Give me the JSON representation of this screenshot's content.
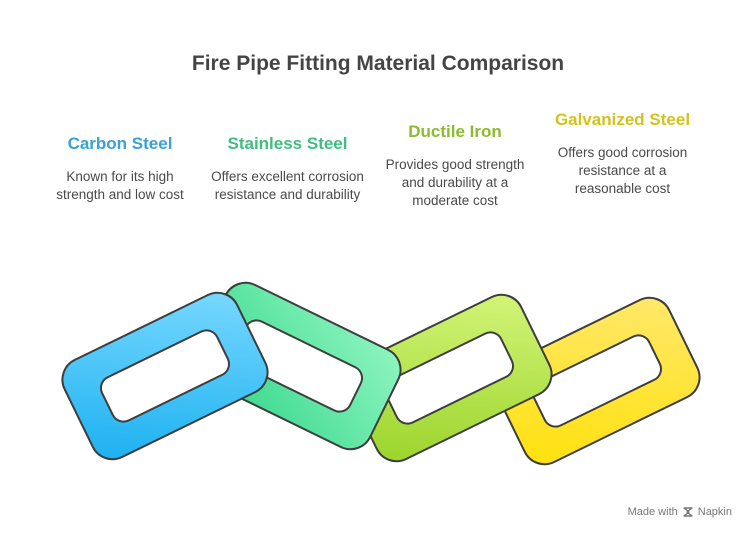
{
  "title": "Fire Pipe Fitting Material Comparison",
  "materials": [
    {
      "name": "Carbon Steel",
      "description": "Known for its high strength and low cost",
      "color": "#3aa0d8",
      "icon": "chain-link-blue"
    },
    {
      "name": "Stainless Steel",
      "description": "Offers excellent corrosion resistance and durability",
      "color": "#3fbf7f",
      "icon": "chain-link-green"
    },
    {
      "name": "Ductile Iron",
      "description": "Provides good strength and durability at a moderate cost",
      "color": "#8bbb2e",
      "icon": "chain-link-lime"
    },
    {
      "name": "Galvanized Steel",
      "description": "Offers good corrosion resistance at a reasonable cost",
      "color": "#d4c21c",
      "icon": "chain-link-yellow"
    }
  ],
  "footer": {
    "made_with": "Made with",
    "brand": "Napkin",
    "icon": "napkin-icon"
  }
}
